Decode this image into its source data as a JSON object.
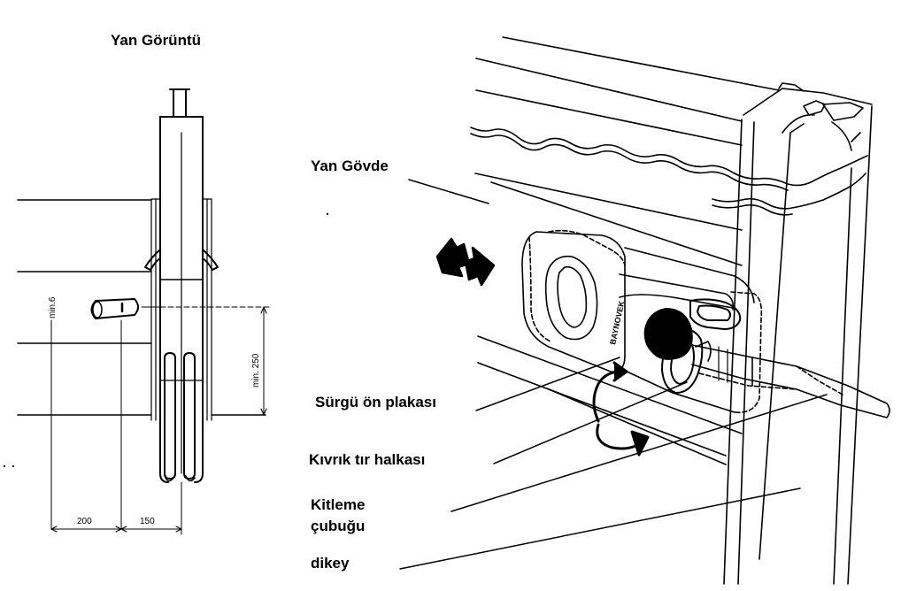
{
  "side_view": {
    "title": "Yan Görüntü",
    "dim_min_height": "min. 250",
    "dim_left": "200",
    "dim_right": "150",
    "dim_vertical_left": "min.6"
  },
  "perspective": {
    "brand_mark": "BAYNOVEK",
    "labels": {
      "side_body": "Yan Gövde",
      "bolt_front_plate": "Sürgü ön plakası",
      "curly_truck_ring": "Kıvrık tır halkası",
      "locking_bar_line1": "Kitleme",
      "locking_bar_line2": "çubuğu",
      "vertical": "dikey"
    }
  }
}
